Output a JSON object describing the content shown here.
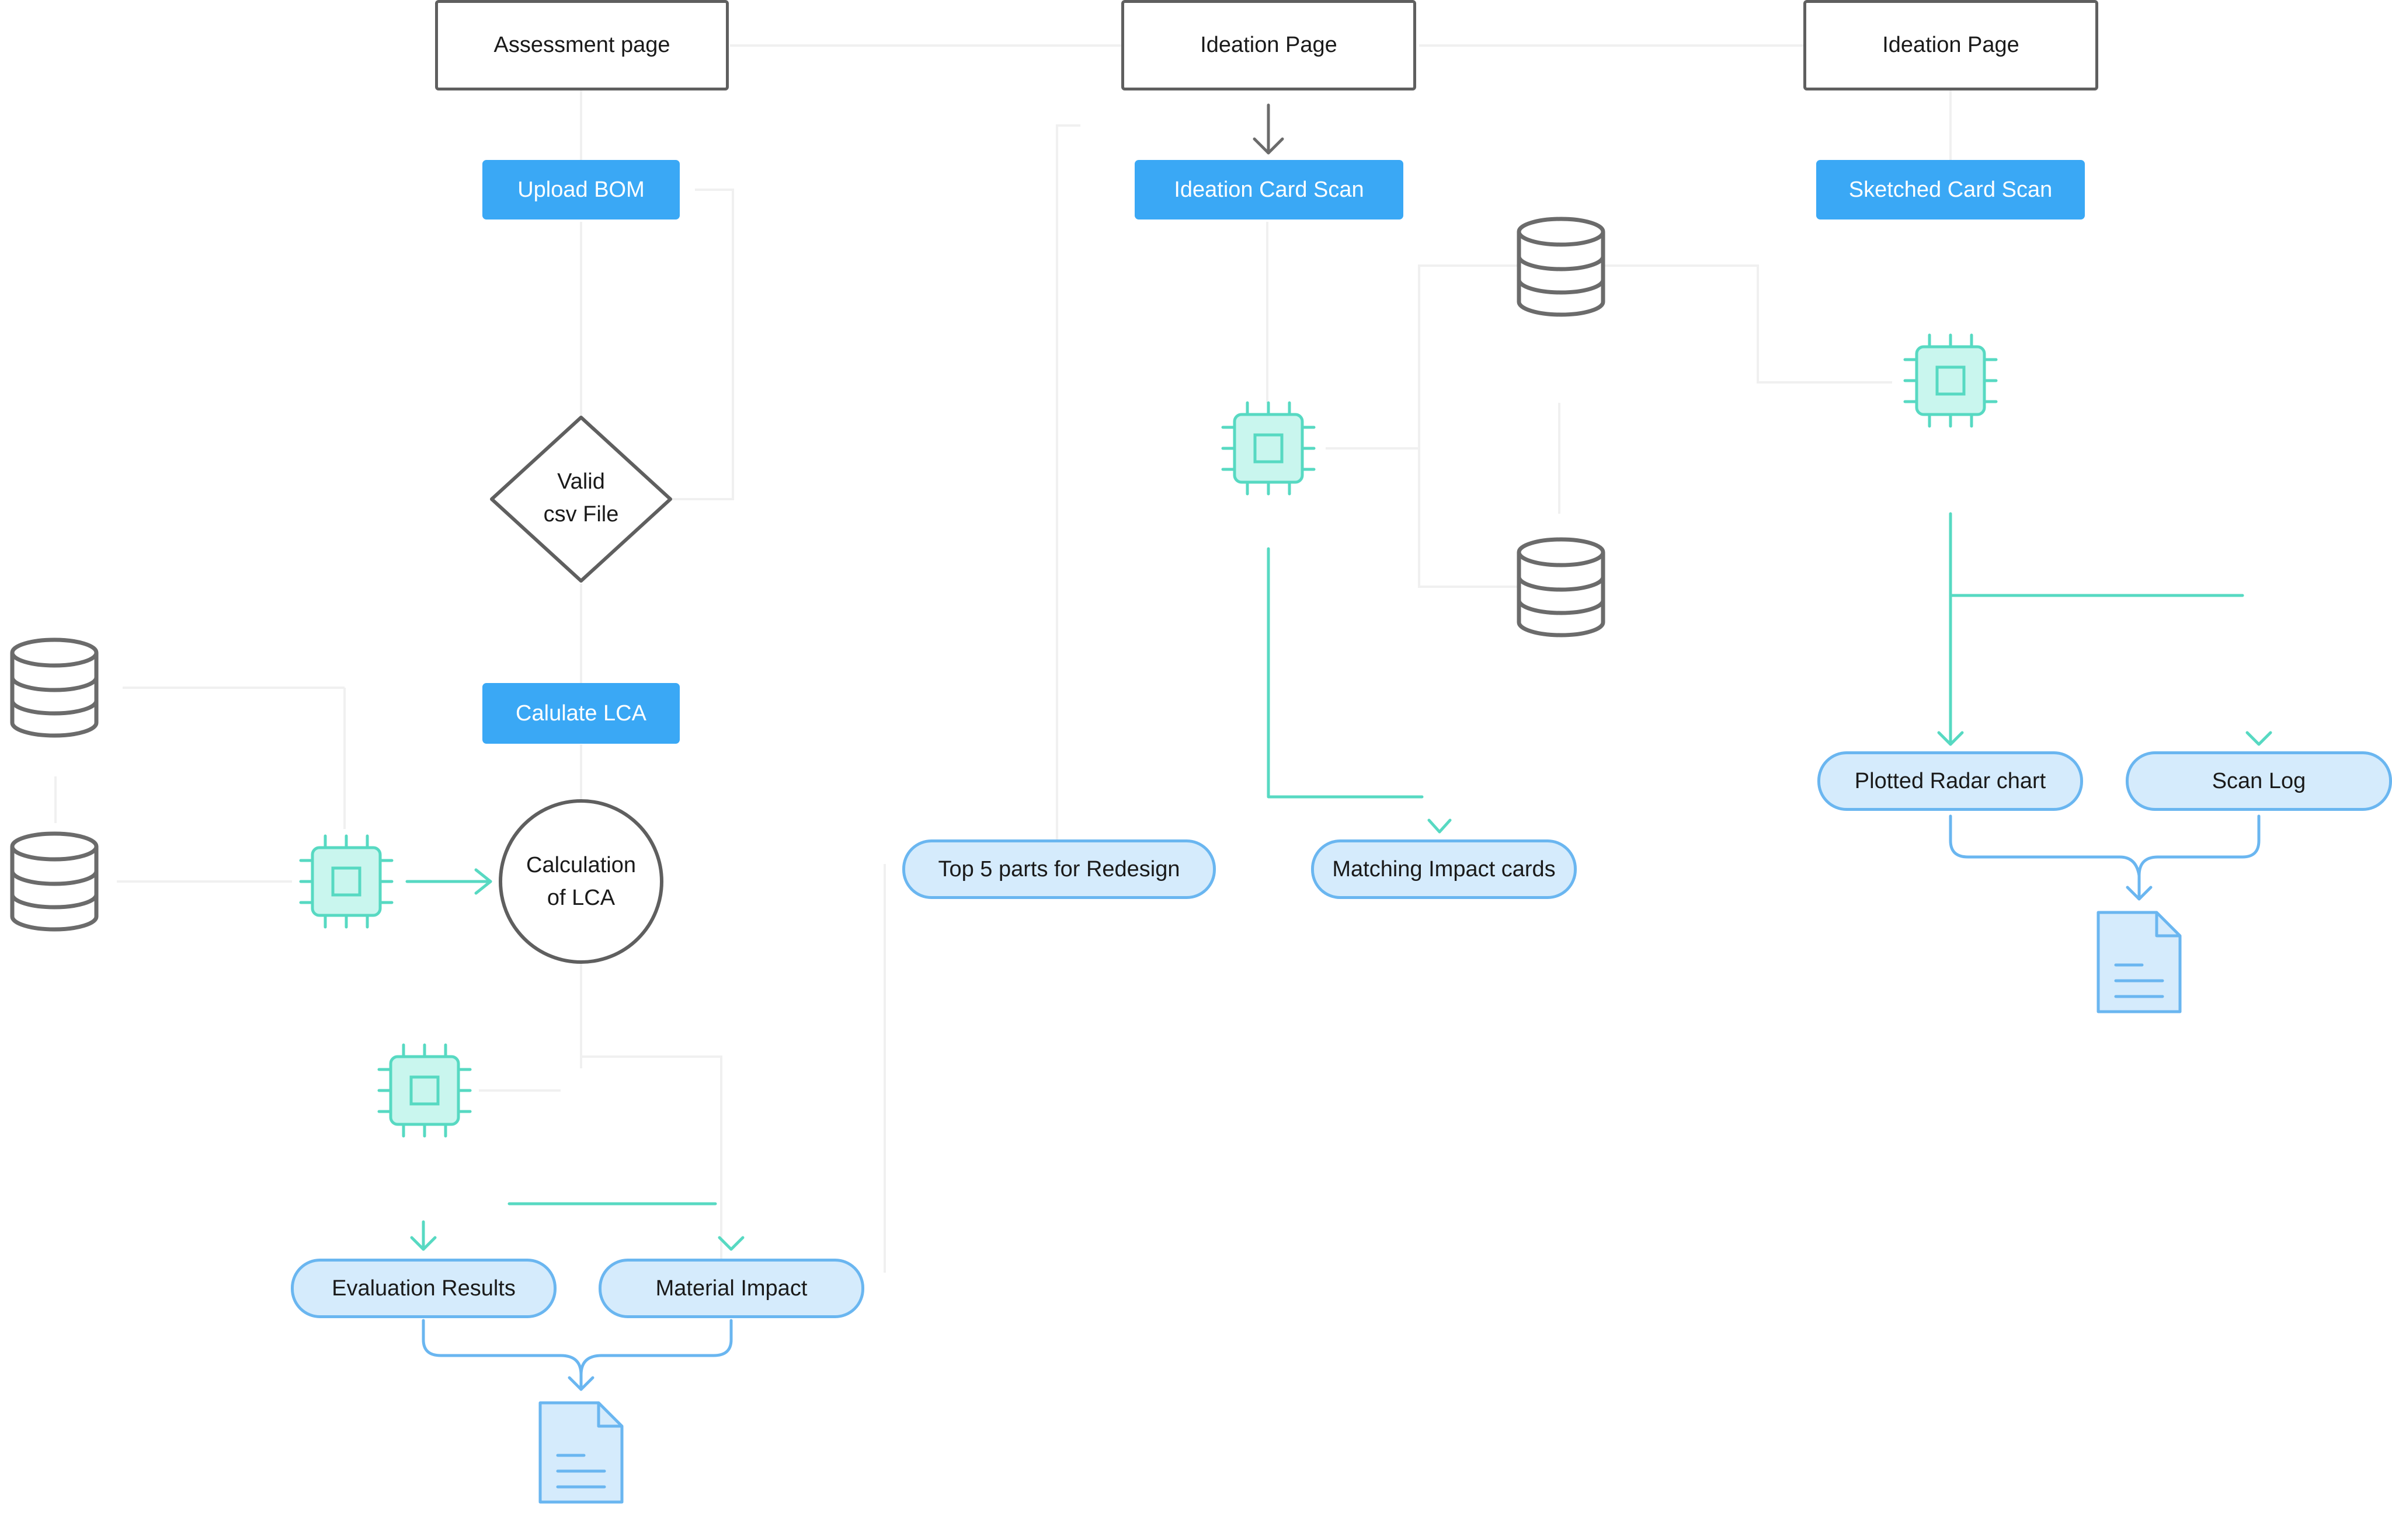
{
  "pages": {
    "assessment": "Assessment page",
    "ideation_1": "Ideation Page",
    "ideation_2": "Ideation Page"
  },
  "actions": {
    "upload_bom": "Upload BOM",
    "ideation_card_scan": "Ideation Card Scan",
    "sketched_card_scan": "Sketched Card Scan",
    "calculate_lca": "Calulate LCA"
  },
  "decision": {
    "line1": "Valid",
    "line2": "csv File"
  },
  "terminal": {
    "line1": "Calculation",
    "line2": "of LCA"
  },
  "results": {
    "top5": "Top 5 parts for Redesign",
    "matching": "Matching Impact cards",
    "radar": "Plotted Radar chart",
    "scan_log": "Scan Log",
    "evaluation": "Evaluation Results",
    "material": "Material Impact"
  },
  "colors": {
    "page_border": "#5f5f5f",
    "action_fill": "#3aa8f5",
    "result_fill": "#d5ebfc",
    "result_border": "#6ab6f0",
    "processor": "#57d9c2",
    "processor_fill": "#c9f6ee",
    "database": "#6b6b6b",
    "document": "#6ab6f0",
    "faint_line": "#f0f0f0"
  },
  "icons": {
    "database": "database-icon",
    "processor": "processor-chip-icon",
    "document": "document-icon"
  }
}
